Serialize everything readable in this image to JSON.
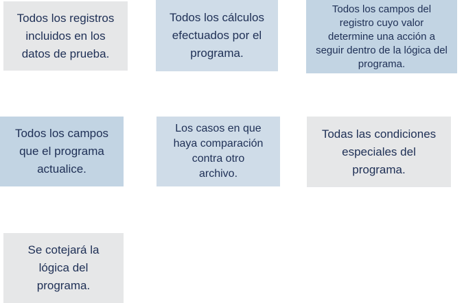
{
  "colors": {
    "background": "#ffffff",
    "card_gray": "#e6e7e8",
    "card_light_blue": "#cfdce8",
    "card_medium_blue": "#c2d4e3",
    "text": "#1e2f55"
  },
  "diagram": {
    "boxes": [
      {
        "id": 1,
        "variant": "gray",
        "text": "Todos los registros\nincluidos en los\ndatos de prueba."
      },
      {
        "id": 2,
        "variant": "light_blue",
        "text": "Todos los cálculos\nefectuados por el\nprograma."
      },
      {
        "id": 3,
        "variant": "medium_blue",
        "text": "Todos los campos del\nregistro cuyo valor\ndetermine una acción a\nseguir dentro de la lógica del\nprograma."
      },
      {
        "id": 4,
        "variant": "medium_blue",
        "text": "Todos los campos\nque el programa\nactualice."
      },
      {
        "id": 5,
        "variant": "light_blue",
        "text": "Los casos en que\nhaya comparación\ncontra otro\narchivo."
      },
      {
        "id": 6,
        "variant": "gray",
        "text": "Todas las condiciones\nespeciales del\nprograma."
      },
      {
        "id": 7,
        "variant": "gray",
        "text": "Se cotejará la\nlógica del\nprograma."
      }
    ]
  }
}
